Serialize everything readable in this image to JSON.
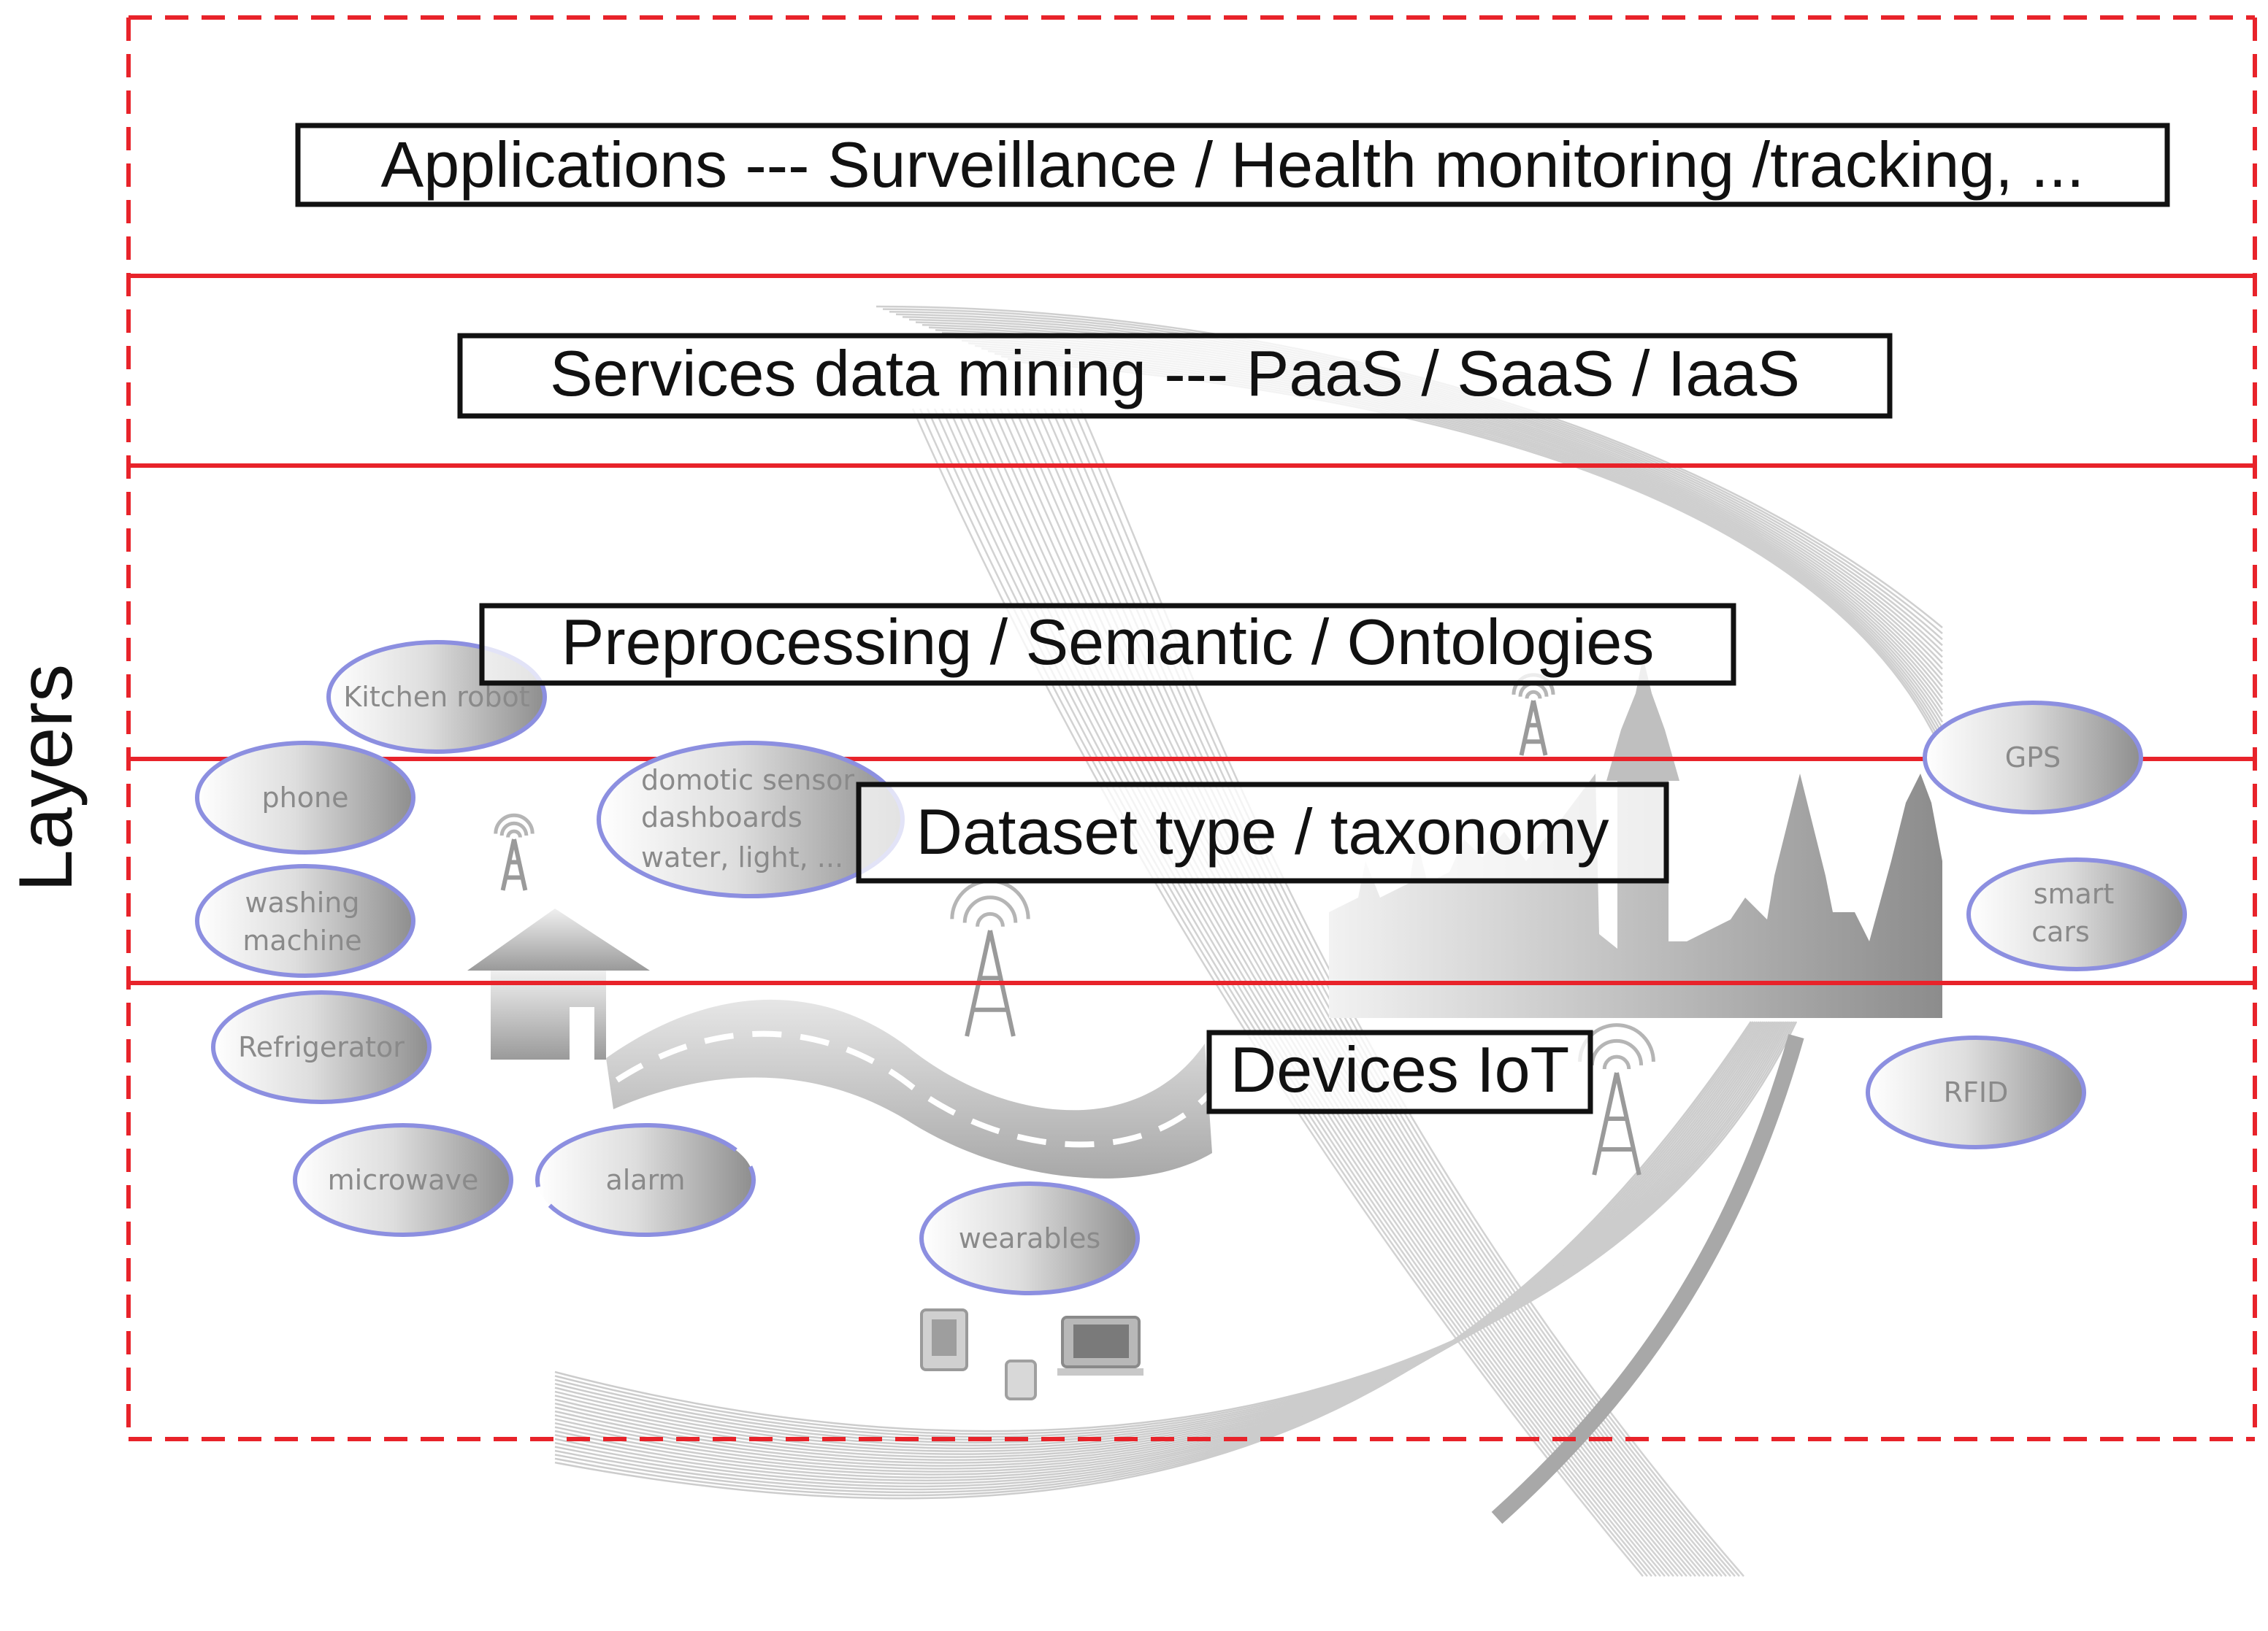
{
  "axis_label": "Layers",
  "layers": [
    {
      "label": "Applications --- Surveillance / Health monitoring /tracking, ..."
    },
    {
      "label": "Services data mining --- PaaS / SaaS / IaaS"
    },
    {
      "label": "Preprocessing / Semantic / Ontologies"
    },
    {
      "label": "Dataset type / taxonomy"
    },
    {
      "label": "Devices IoT"
    }
  ],
  "devices": [
    {
      "label": "Kitchen robot"
    },
    {
      "label": "phone"
    },
    {
      "label": "washing machine",
      "lines": [
        "washing",
        "machine"
      ]
    },
    {
      "label": "Refrigerator"
    },
    {
      "label": "microwave"
    },
    {
      "label": "alarm"
    },
    {
      "label": "domotic sensor dashboards water, light, ...",
      "lines": [
        "domotic sensor",
        "dashboards",
        "water, light, ..."
      ]
    },
    {
      "label": "wearables"
    },
    {
      "label": "GPS"
    },
    {
      "label": "smart cars",
      "lines": [
        "smart",
        "cars"
      ]
    },
    {
      "label": "RFID"
    }
  ],
  "colors": {
    "layer_border": "#e8232a",
    "label_box_border": "#111111",
    "device_outline": "#8c8fe0",
    "device_text": "#8a8a8a",
    "background_art": "#bdbdbd"
  }
}
